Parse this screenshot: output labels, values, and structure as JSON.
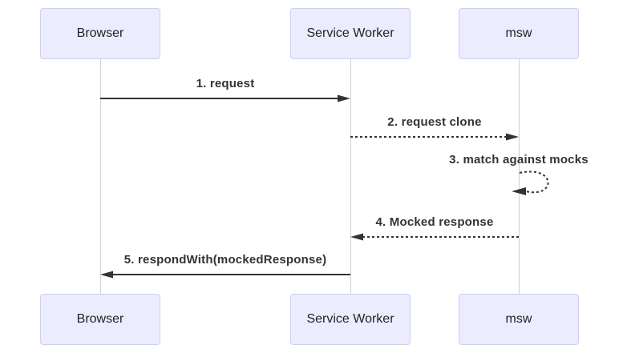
{
  "diagram_type": "sequence",
  "colors": {
    "actor_fill": "#ECECFF",
    "actor_border": "#CCCCFF",
    "lifeline": "#d1cde4",
    "message_line": "#333333",
    "message_text": "#333333",
    "actor_text": "#222222",
    "background": "#ffffff"
  },
  "actors": [
    {
      "label": "Browser"
    },
    {
      "label": "Service Worker"
    },
    {
      "label": "msw"
    }
  ],
  "messages": [
    {
      "label": "1. request",
      "from": "Browser",
      "to": "Service Worker",
      "line": "solid"
    },
    {
      "label": "2. request clone",
      "from": "Service Worker",
      "to": "msw",
      "line": "dashed"
    },
    {
      "label": "3. match against mocks",
      "from": "msw",
      "to": "msw",
      "line": "dashed-self-loop"
    },
    {
      "label": "4. Mocked response",
      "from": "msw",
      "to": "Service Worker",
      "line": "dashed"
    },
    {
      "label": "5. respondWith(mockedResponse)",
      "from": "Service Worker",
      "to": "Browser",
      "line": "solid"
    }
  ]
}
